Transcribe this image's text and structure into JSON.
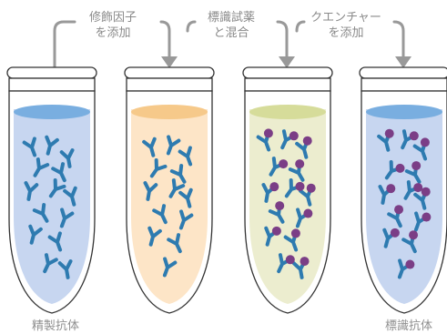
{
  "steps": [
    {
      "line1": "修飾因子",
      "line2": "を添加"
    },
    {
      "line1": "標識試薬",
      "line2": "と混合"
    },
    {
      "line1": "クエンチャー",
      "line2": "を添加"
    }
  ],
  "captions": {
    "first_tube": "精製抗体",
    "last_tube": "標識抗体"
  },
  "tubes": [
    {
      "liquid": "#c7d6f0",
      "surface": "#79aee0",
      "labeled": false
    },
    {
      "liquid": "#fde5c7",
      "surface": "#f6c98a",
      "labeled": false
    },
    {
      "liquid": "#ecedcf",
      "surface": "#d6dc9a",
      "labeled": true
    },
    {
      "liquid": "#c7d6f0",
      "surface": "#79aee0",
      "labeled": true
    }
  ],
  "colors": {
    "antibody": "#2e7bb0",
    "label_dot": "#7b3e86",
    "arrow": "#999999",
    "tube_outline": "#333333"
  }
}
